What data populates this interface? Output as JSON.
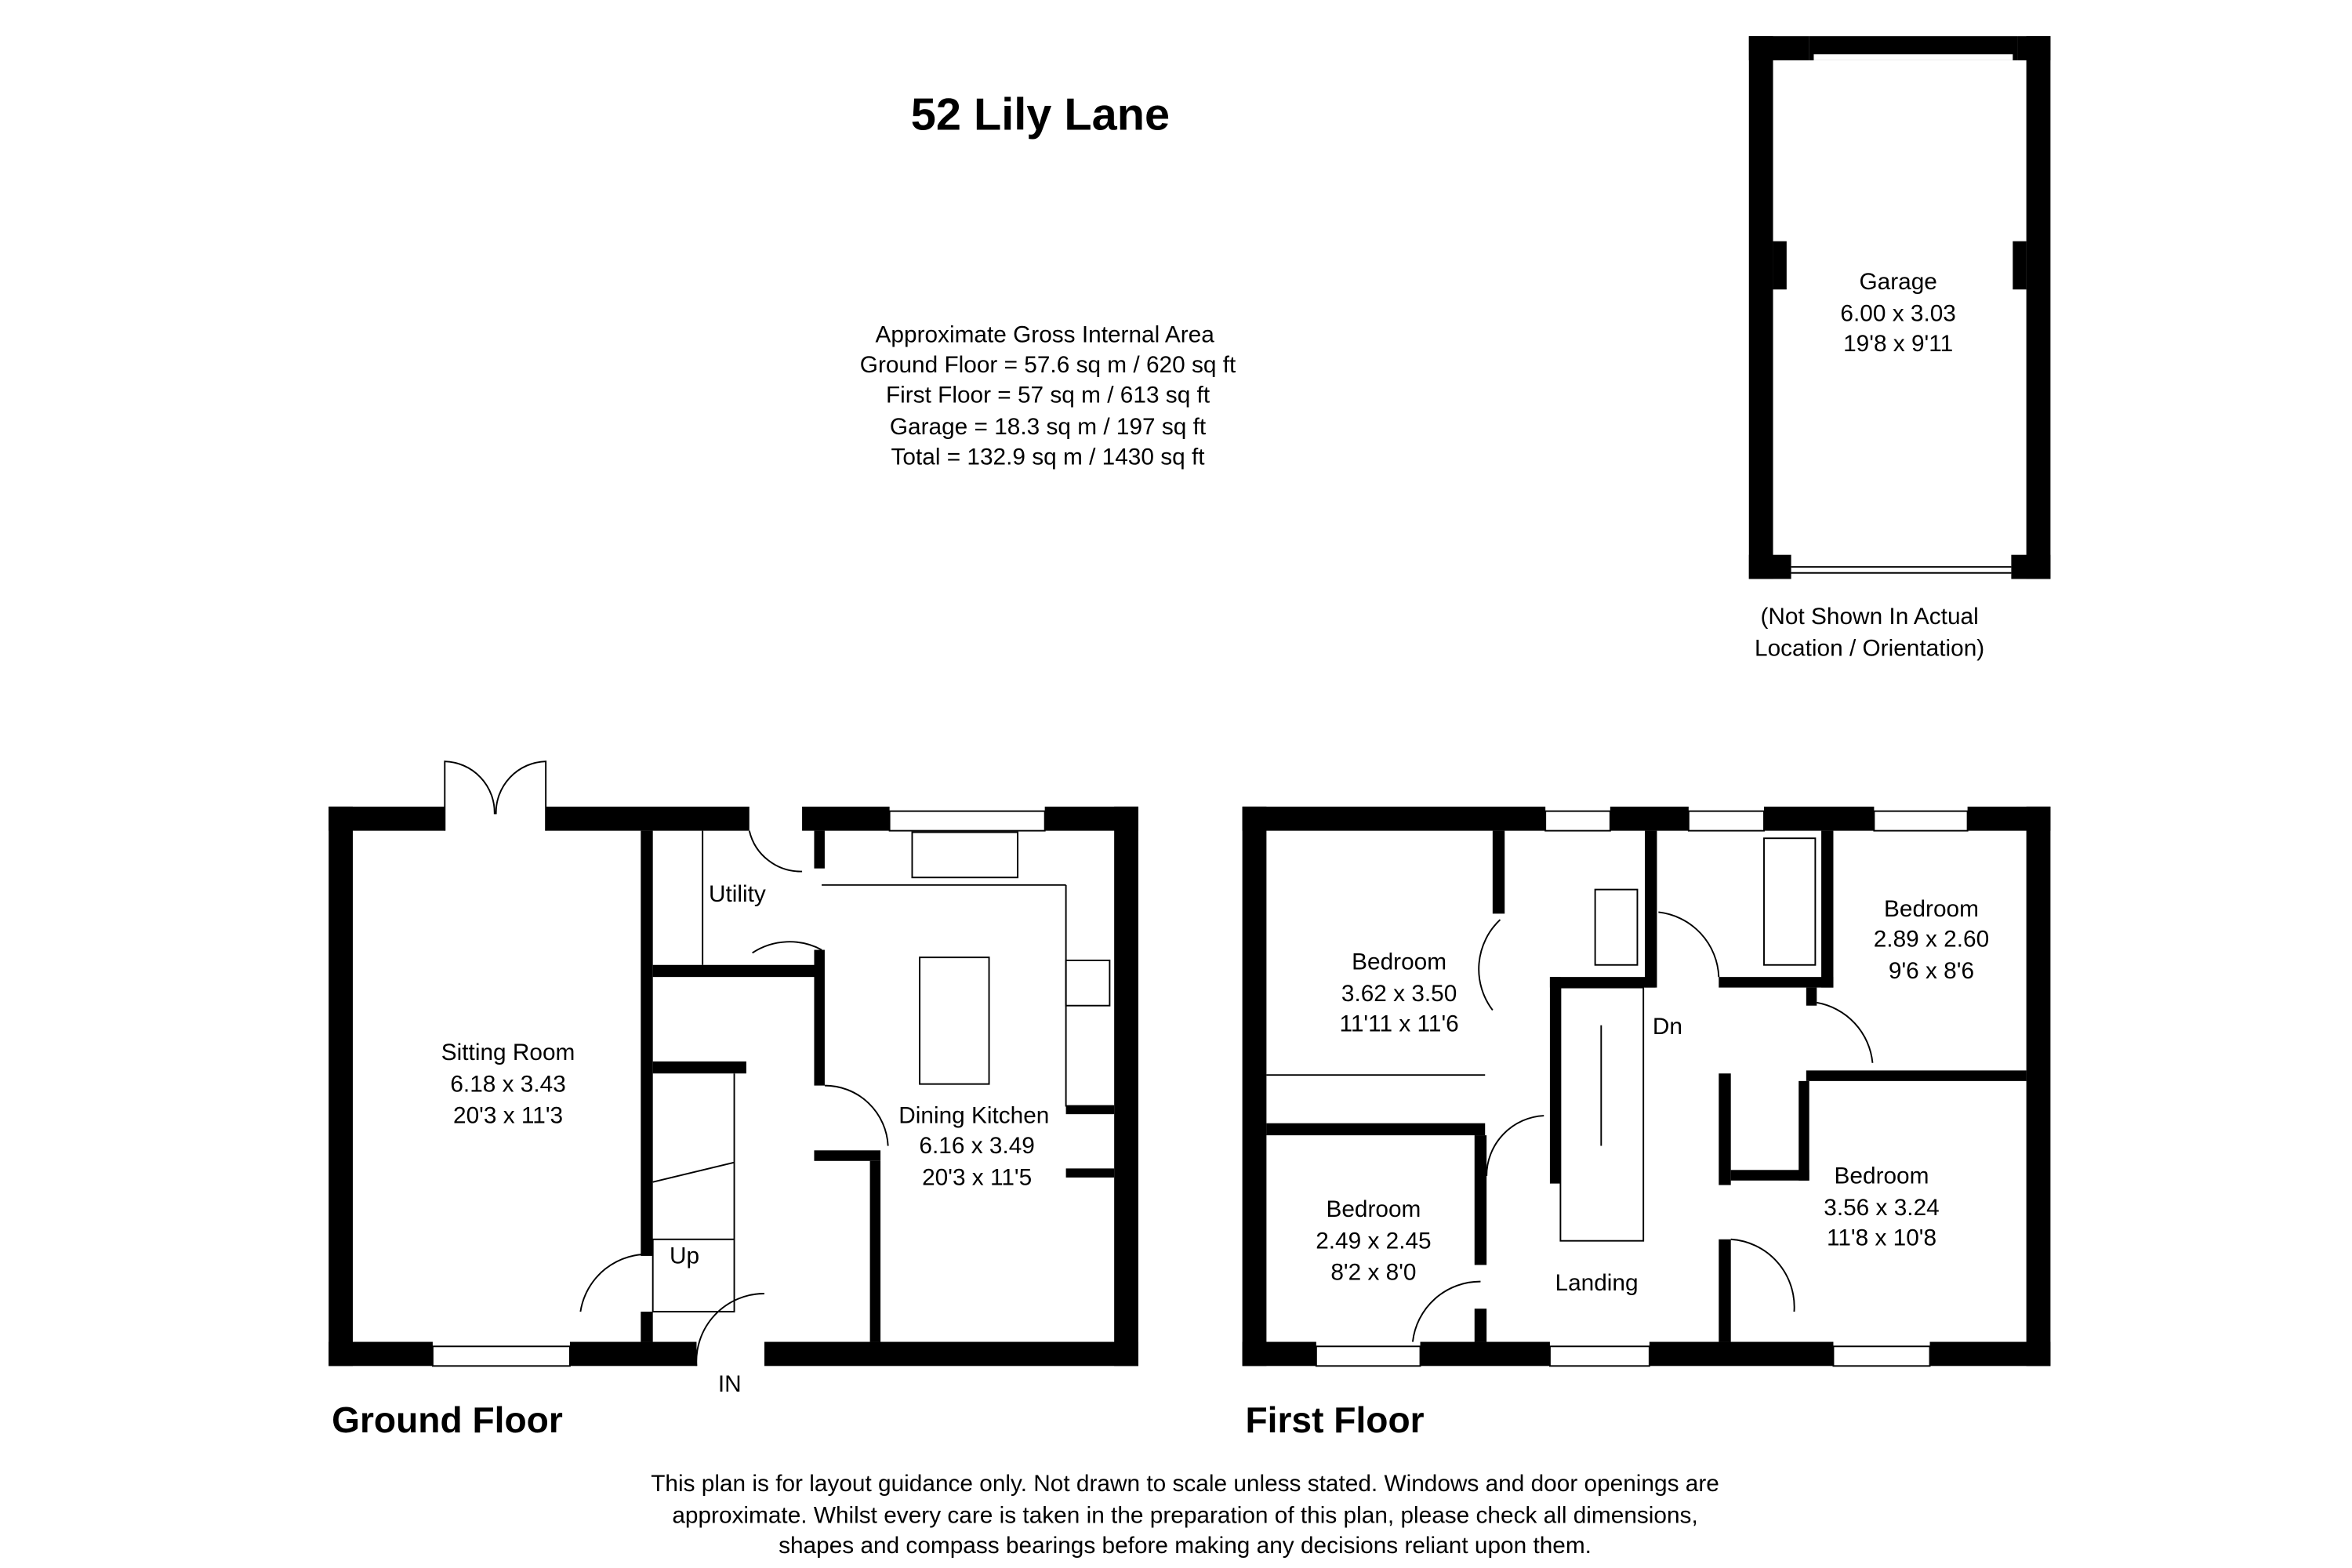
{
  "title": "52 Lily Lane",
  "area": {
    "heading": "Approximate Gross Internal Area",
    "ground": "Ground Floor = 57.6 sq m / 620 sq ft",
    "first": "First Floor = 57 sq m / 613 sq ft",
    "garage": "Garage = 18.3 sq m / 197 sq ft",
    "total": "Total = 132.9 sq m / 1430 sq ft"
  },
  "garage": {
    "name": "Garage",
    "metric": "6.00 x 3.03",
    "imperial": "19'8 x 9'11",
    "note_line1": "(Not Shown In Actual",
    "note_line2": "Location / Orientation)"
  },
  "ground_floor": {
    "label": "Ground Floor",
    "sitting": {
      "name": "Sitting Room",
      "metric": "6.18 x 3.43",
      "imperial": "20'3 x 11'3"
    },
    "utility": {
      "name": "Utility"
    },
    "kitchen": {
      "name": "Dining Kitchen",
      "metric": "6.16 x 3.49",
      "imperial": "20'3 x 11'5"
    },
    "stairs": "Up",
    "entrance": "IN"
  },
  "first_floor": {
    "label": "First Floor",
    "bed1": {
      "name": "Bedroom",
      "metric": "3.62 x 3.50",
      "imperial": "11'11 x 11'6"
    },
    "bed2": {
      "name": "Bedroom",
      "metric": "2.89 x 2.60",
      "imperial": "9'6 x 8'6"
    },
    "bed3": {
      "name": "Bedroom",
      "metric": "2.49 x 2.45",
      "imperial": "8'2 x 8'0"
    },
    "bed4": {
      "name": "Bedroom",
      "metric": "3.56 x 3.24",
      "imperial": "11'8 x 10'8"
    },
    "landing": {
      "name": "Landing"
    },
    "stairs": "Dn"
  },
  "disclaimer": {
    "line1": "This plan is for layout guidance only. Not drawn to scale unless stated. Windows and door openings are",
    "line2": "approximate. Whilst every care is taken in the preparation of this plan, please check all dimensions,",
    "line3": "shapes and compass bearings before making any decisions reliant upon them."
  },
  "colors": {
    "wall": "#000000",
    "background": "#ffffff"
  }
}
